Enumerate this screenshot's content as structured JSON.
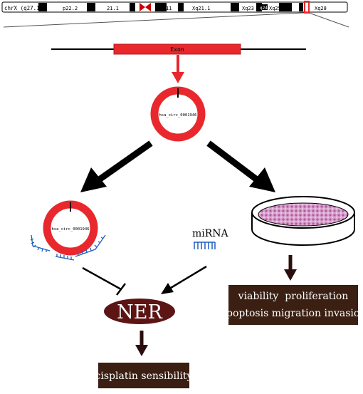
{
  "chromosome": {
    "label": "chrX (q27.1)",
    "bands": [
      "p22.2",
      "21.1",
      "11",
      "Xq21.1",
      "Xq23",
      "q24",
      "Xq25",
      "Xq28"
    ]
  },
  "exon": {
    "label": "Exon"
  },
  "circrna": {
    "label": "hsa_circ_0001946"
  },
  "mirna": {
    "label": "miRNA"
  },
  "ner": {
    "label": "NER"
  },
  "outcomes": {
    "cell_line1": "viability  proliferation",
    "cell_line2": "apoptosis migration invasion",
    "cisplatin": "cisplatin sensibility"
  },
  "colors": {
    "exon_red": "#e8282d",
    "ner_fill": "#5c1414",
    "box_fill": "#3a1f12",
    "mirna_blue": "#1f5fbf",
    "dish_pink": "#c77ab9"
  }
}
